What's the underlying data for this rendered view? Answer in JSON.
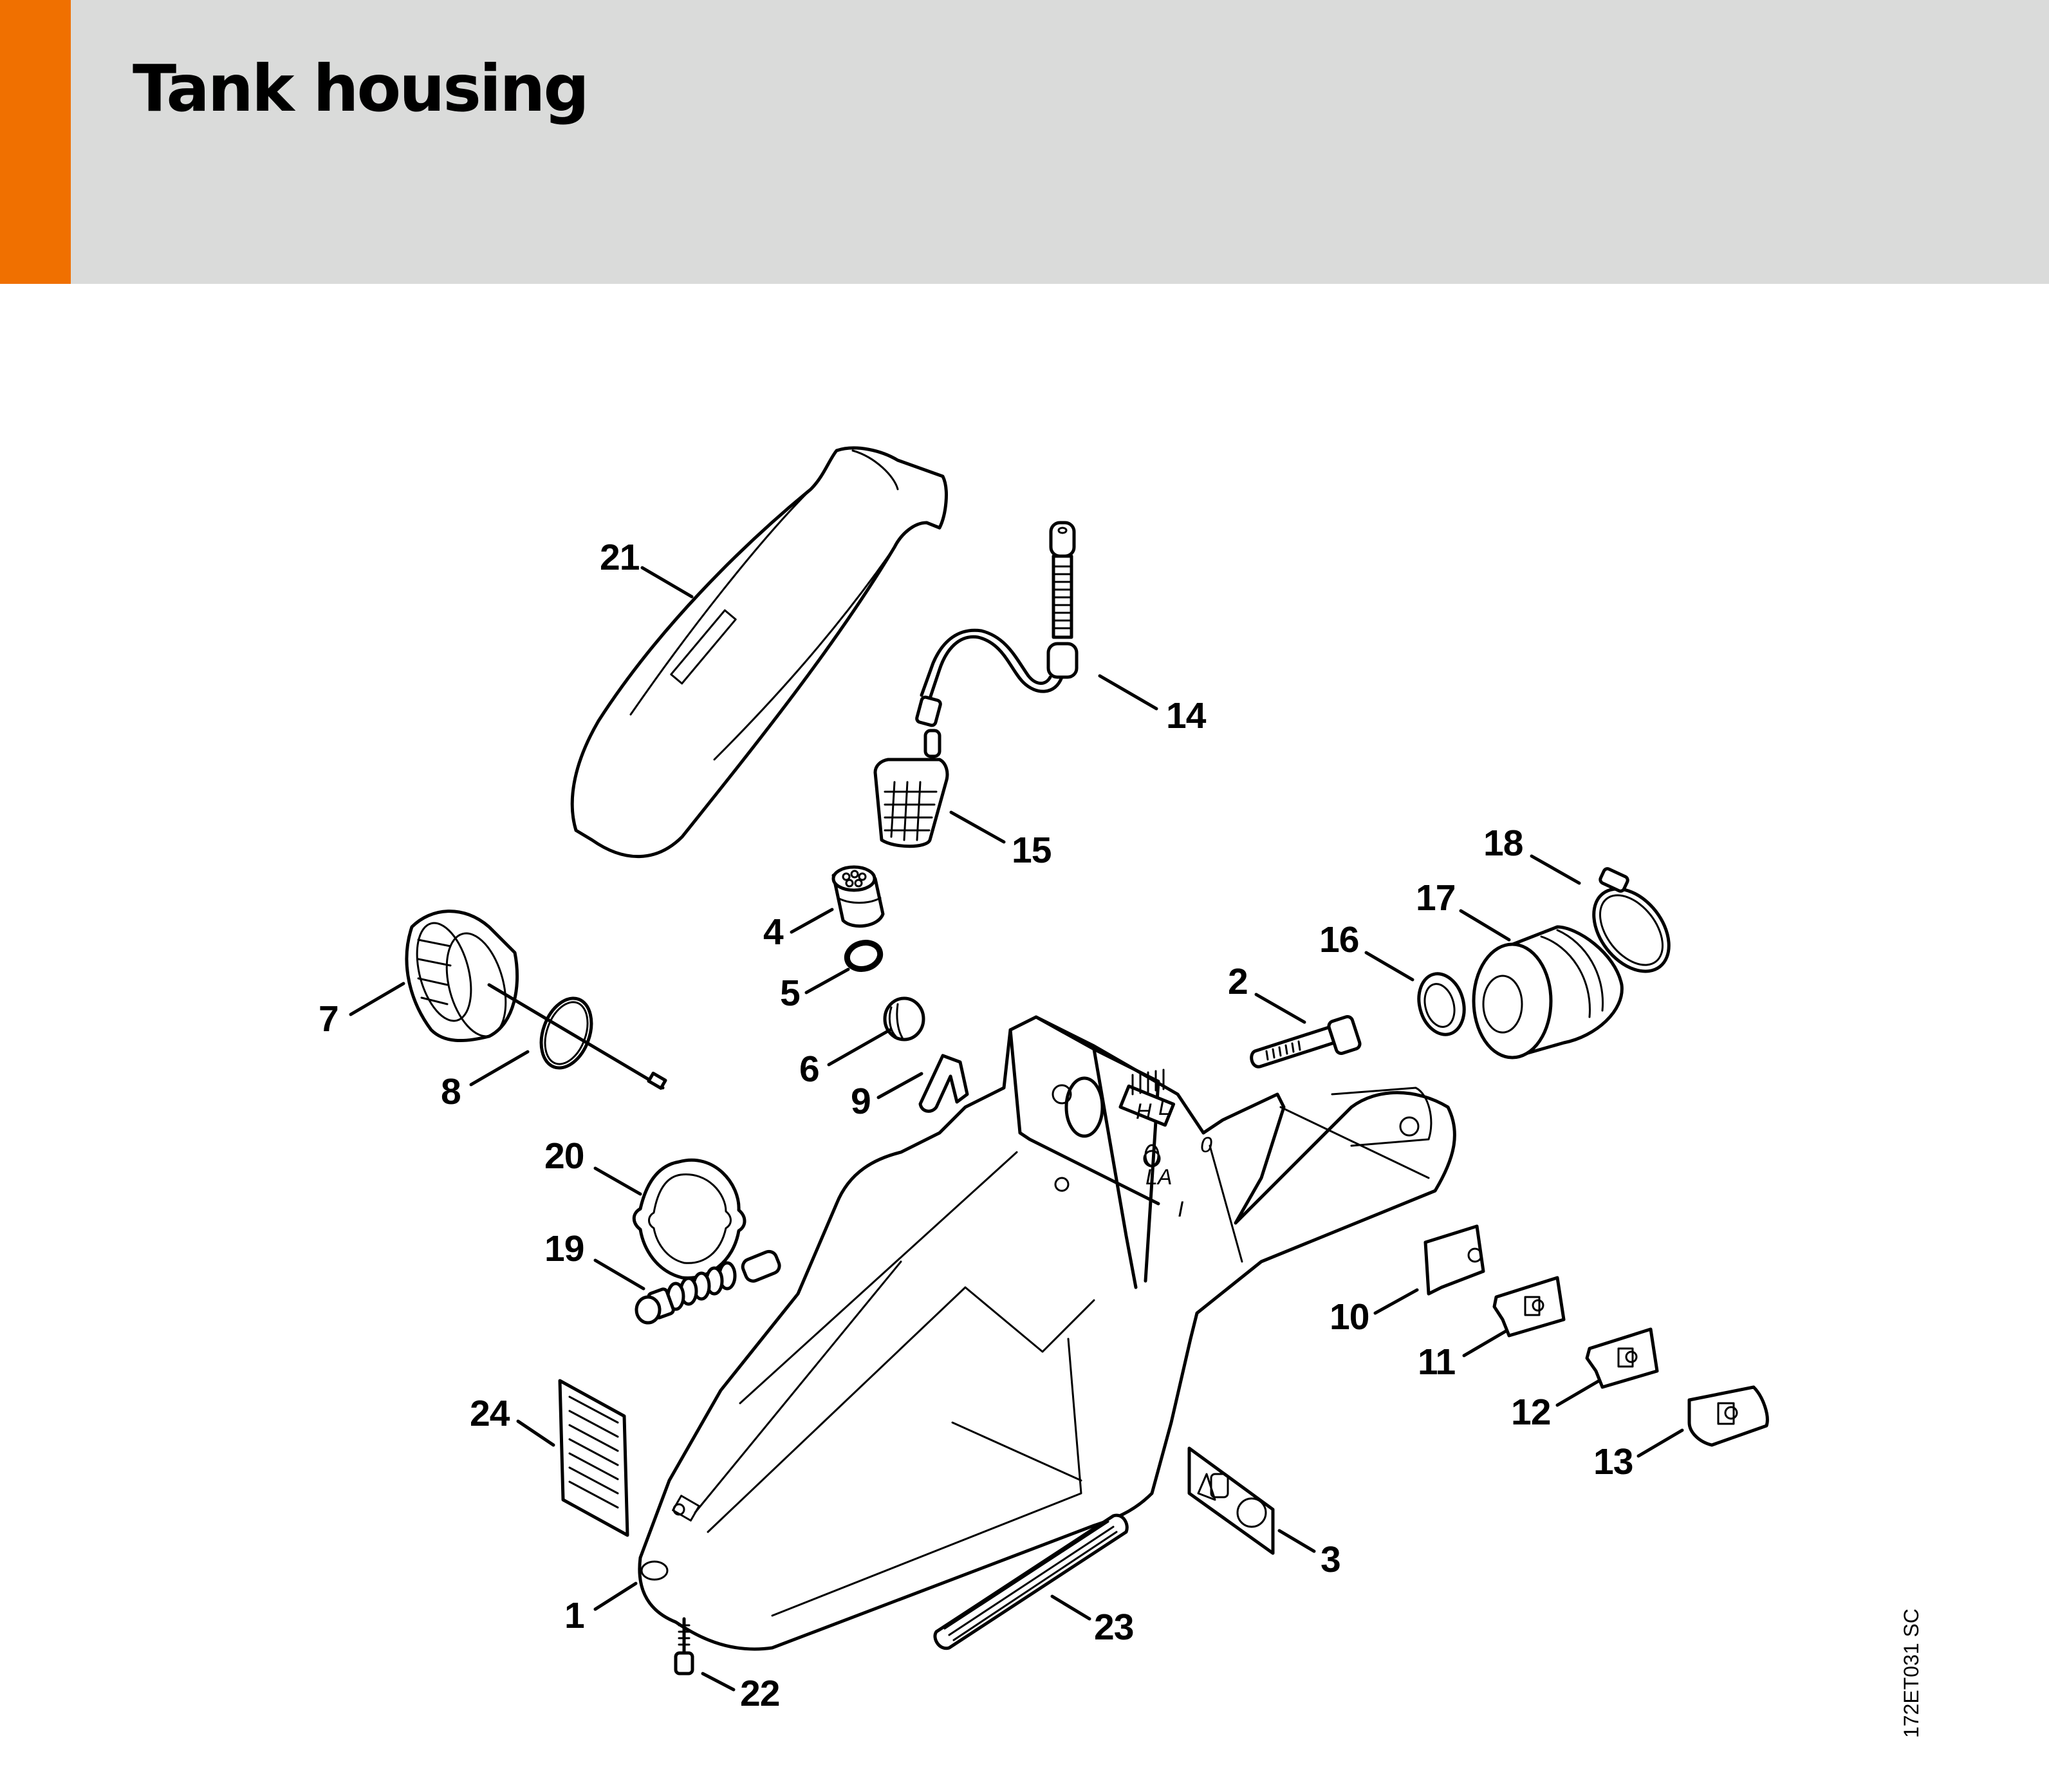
{
  "header": {
    "title": "Tank housing",
    "accent_color": "#F07000",
    "background_color": "#DADBDA"
  },
  "diagram": {
    "figure_code": "172ET031 SC",
    "housing_markings": {
      "h": "H",
      "l": "L",
      "la": "LA",
      "o": "0",
      "i": "I"
    },
    "callouts": [
      {
        "id": "1",
        "label": "1"
      },
      {
        "id": "2",
        "label": "2"
      },
      {
        "id": "3",
        "label": "3"
      },
      {
        "id": "4",
        "label": "4"
      },
      {
        "id": "5",
        "label": "5"
      },
      {
        "id": "6",
        "label": "6"
      },
      {
        "id": "7",
        "label": "7"
      },
      {
        "id": "8",
        "label": "8"
      },
      {
        "id": "9",
        "label": "9"
      },
      {
        "id": "10",
        "label": "10"
      },
      {
        "id": "11",
        "label": "11"
      },
      {
        "id": "12",
        "label": "12"
      },
      {
        "id": "13",
        "label": "13"
      },
      {
        "id": "14",
        "label": "14"
      },
      {
        "id": "15",
        "label": "15"
      },
      {
        "id": "16",
        "label": "16"
      },
      {
        "id": "17",
        "label": "17"
      },
      {
        "id": "18",
        "label": "18"
      },
      {
        "id": "19",
        "label": "19"
      },
      {
        "id": "20",
        "label": "20"
      },
      {
        "id": "21",
        "label": "21"
      },
      {
        "id": "22",
        "label": "22"
      },
      {
        "id": "23",
        "label": "23"
      },
      {
        "id": "24",
        "label": "24"
      }
    ]
  }
}
